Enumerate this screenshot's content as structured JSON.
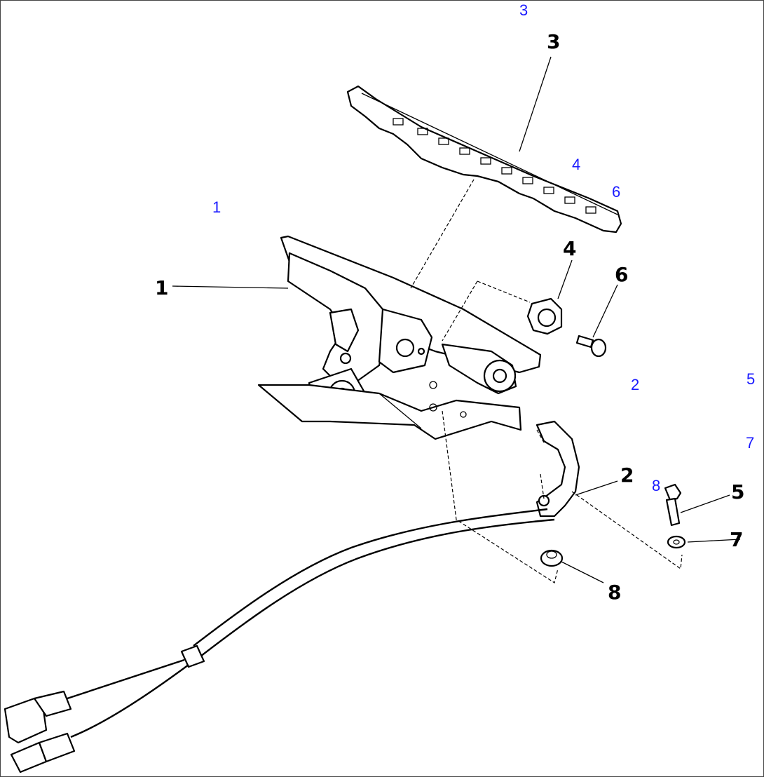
{
  "callouts": [
    {
      "id": "c1",
      "label": "1"
    },
    {
      "id": "c2",
      "label": "2"
    },
    {
      "id": "c3",
      "label": "3"
    },
    {
      "id": "c4",
      "label": "4"
    },
    {
      "id": "c5",
      "label": "5"
    },
    {
      "id": "c6",
      "label": "6"
    },
    {
      "id": "c7",
      "label": "7"
    },
    {
      "id": "c8",
      "label": "8"
    }
  ],
  "hotlinks": [
    {
      "id": "h3",
      "label": "3"
    },
    {
      "id": "h4",
      "label": "4"
    },
    {
      "id": "h6",
      "label": "6"
    },
    {
      "id": "h1",
      "label": "1"
    },
    {
      "id": "h2",
      "label": "2"
    },
    {
      "id": "h5",
      "label": "5"
    },
    {
      "id": "h7",
      "label": "7"
    },
    {
      "id": "h8",
      "label": "8"
    }
  ],
  "colors": {
    "hotlink": "#1a1aff",
    "ink": "#000000"
  }
}
